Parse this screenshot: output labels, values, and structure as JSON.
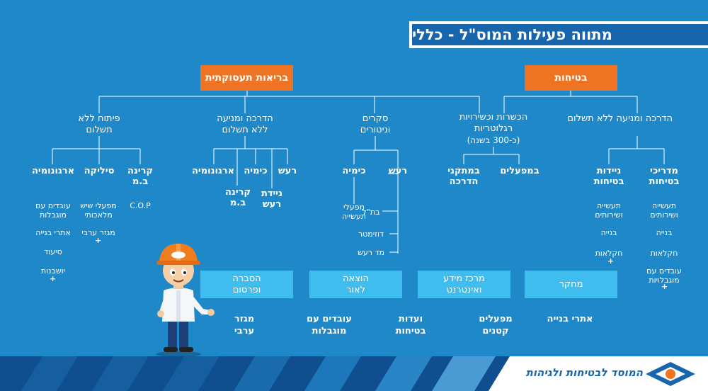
{
  "title": "מתווה פעילות המוס\"ל - כללי",
  "top_boxes": {
    "safety": "בטיחות",
    "occupational_health": "בריאות תעסוקתית"
  },
  "columns": {
    "training_prevention_safety": "הדרכה ומניעה ללא תשלום",
    "regulatory_training": "הכשרות וכשירויות רגלוטריות",
    "regulatory_training_note": "(כ-300 בשנה)",
    "surveys": "סקרים וניטורים",
    "training_prevention_health": "הדרכה ומניעה ללא תשלום",
    "development": "פיתוח ללא תשלום"
  },
  "nodes": {
    "safety_instructors": "מדריכי בטיחות",
    "mobile_safety": "ניידות בטיחות",
    "in_factories": "במפעלים",
    "in_training_centers": "במתקני הדרכה",
    "noise_surveys": "רעש",
    "chemistry_surveys": "כימיה",
    "noise_health": "רעש",
    "chemistry_health": "כימיה",
    "ergonomics_health": "ארגונומיה",
    "radon_health": "קרינה ב.מ",
    "mobile_noise": "ניידת רעש",
    "radon_dev": "קרינה ב.מ",
    "silica_dev": "סיליקה",
    "ergonomics_dev": "ארגונומיה"
  },
  "leaves": {
    "instructors_industry": "תעשייה ושירותים",
    "instructors_construction": "בנייה",
    "instructors_agriculture": "חקלאות",
    "instructors_disabled": "עובדים עם מוגבלויות",
    "mobile_industry": "תעשייה ושירותים",
    "mobile_construction": "בנייה",
    "mobile_agriculture": "חקלאות",
    "chem_factories": "מפעלי תעשייה",
    "noise_bath": "בת\"ל",
    "noise_dosimeter": "דוזימטר",
    "noise_meter": "מד רעש",
    "dev_cop": "C.O.P",
    "silica_stone": "מפעלי שיש מלאכותי",
    "silica_arab": "מגזר ערבי",
    "ergo_disabled": "עובדים עם מוגבלות",
    "ergo_construction": "אתרי בנייה",
    "ergo_nursing": "סיעוד",
    "ergo_settlements": "יושבנות"
  },
  "cyan_boxes": {
    "research": "מחקר",
    "info_center": "מרכז מידע ואינטרנט",
    "publishing": "הוצאה לאור",
    "awareness": "הסברה ופרסום"
  },
  "bottom_labels": {
    "construction_sites": "אתרי בנייה",
    "small_factories": "מפעלים קטנים",
    "safety_committees": "ועדות בטיחות",
    "disabled_workers": "עובדים עם מוגבלות",
    "arab_sector": "מגזר ערבי"
  },
  "footer": {
    "logo_text": "המוסד לבטיחות ולגיהות"
  },
  "colors": {
    "background": "#1e88c9",
    "title_bar": "#1766ad",
    "orange": "#ee7322",
    "cyan_box": "#3fbdee",
    "footer_dark": "#0f4f8f"
  },
  "icons": [
    "helmet-mascot-illustration",
    "institute-logo-icon"
  ]
}
